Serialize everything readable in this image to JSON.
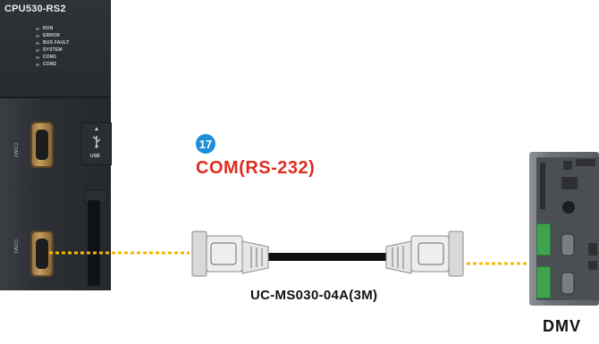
{
  "plc": {
    "model": "CPU530-RS2",
    "leds": [
      "RUN",
      "ERROR",
      "BUS FAULT",
      "SYSTEM",
      "COM1",
      "COM2"
    ],
    "com2_label": "COM2",
    "com1_label": "COM1",
    "usb_label": "USB"
  },
  "callout": {
    "number": "17",
    "title": "COM(RS-232)"
  },
  "cable": {
    "model": "UC-MS030-04A(3M)"
  },
  "device": {
    "name": "DMV"
  },
  "colors": {
    "badge": "#1d8fd8",
    "title": "#e02b20",
    "link": "#f5b800"
  }
}
